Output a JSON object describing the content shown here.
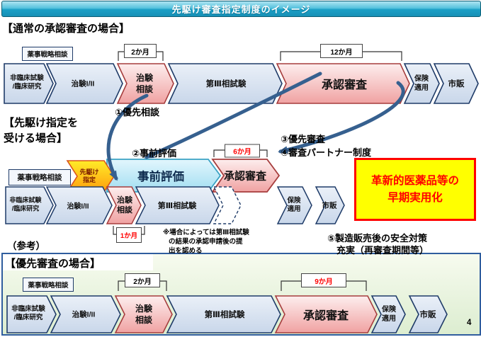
{
  "header": {
    "title": "先駆け審査指定制度のイメージ"
  },
  "headings": {
    "normal": "【通常の承認審査の場合】",
    "sakigake_l1": "【先駆け指定を",
    "sakigake_l2": "受ける場合】",
    "reference": "（参考）",
    "priority": "【優先審査の場合】"
  },
  "strategy_label": "薬事戦略相談",
  "durations": {
    "normal_consult": "2か月",
    "normal_review": "12か月",
    "sakigake_review": "6か月",
    "sakigake_consult": "1か月",
    "priority_consult": "2か月",
    "priority_review": "9か月"
  },
  "flow_normal": {
    "steps": [
      {
        "l1": "非臨床試験",
        "l2": "/臨床研究"
      },
      {
        "l1": "治験I/II"
      },
      {
        "l1": "治験",
        "l2": "相談"
      },
      {
        "l1": "第Ⅲ相試験"
      },
      {
        "l1": "承認審査"
      },
      {
        "l1": "保険",
        "l2": "適用"
      },
      {
        "l1": "市販"
      }
    ]
  },
  "flow_sakigake": {
    "designation": {
      "l1": "先駆け",
      "l2": "指定"
    },
    "pre_eval": "事前評価",
    "review": "承認審査",
    "steps": [
      {
        "l1": "非臨床試験",
        "l2": "/臨床研究"
      },
      {
        "l1": "治験I/II"
      },
      {
        "l1": "治験",
        "l2": "相談"
      },
      {
        "l1": "第Ⅲ相試験"
      },
      {
        "l1": "保険",
        "l2": "適用"
      },
      {
        "l1": "市販"
      }
    ]
  },
  "flow_priority": {
    "steps": [
      {
        "l1": "非臨床試験",
        "l2": "/臨床研究"
      },
      {
        "l1": "治験I/II"
      },
      {
        "l1": "治験",
        "l2": "相談"
      },
      {
        "l1": "第Ⅲ相試験"
      },
      {
        "l1": "承認審査"
      },
      {
        "l1": "保険",
        "l2": "適用"
      },
      {
        "l1": "市販"
      }
    ]
  },
  "annotations": {
    "a1": "①優先相談",
    "a2": "②事前評価",
    "a3": "③優先審査",
    "a4": "④審査パートナー制度",
    "a5_l1": "⑤製造販売後の安全対策",
    "a5_l2": "充実（再審査期間等）"
  },
  "note": {
    "l1": "※場合によっては第Ⅲ相試験",
    "l2": "の結果の承認申請後の提",
    "l3": "出を認める"
  },
  "callout": {
    "l1": "革新的医薬品等の",
    "l2": "早期実用化"
  },
  "page_number": "4",
  "colors": {
    "accent_red": "#ff0000",
    "callout_bg": "#ffff00",
    "header_teal": "#1b9fc6",
    "chevron_blue_fill": "#d7e2f0",
    "chevron_pink_fill": "#f5b4b4",
    "preeval_cyan_fill": "#c3e9f6",
    "sakigake_yellow_fill": "#ffd312",
    "arrow_blue": "#36608f",
    "panel_green": "#e7f2dc"
  }
}
